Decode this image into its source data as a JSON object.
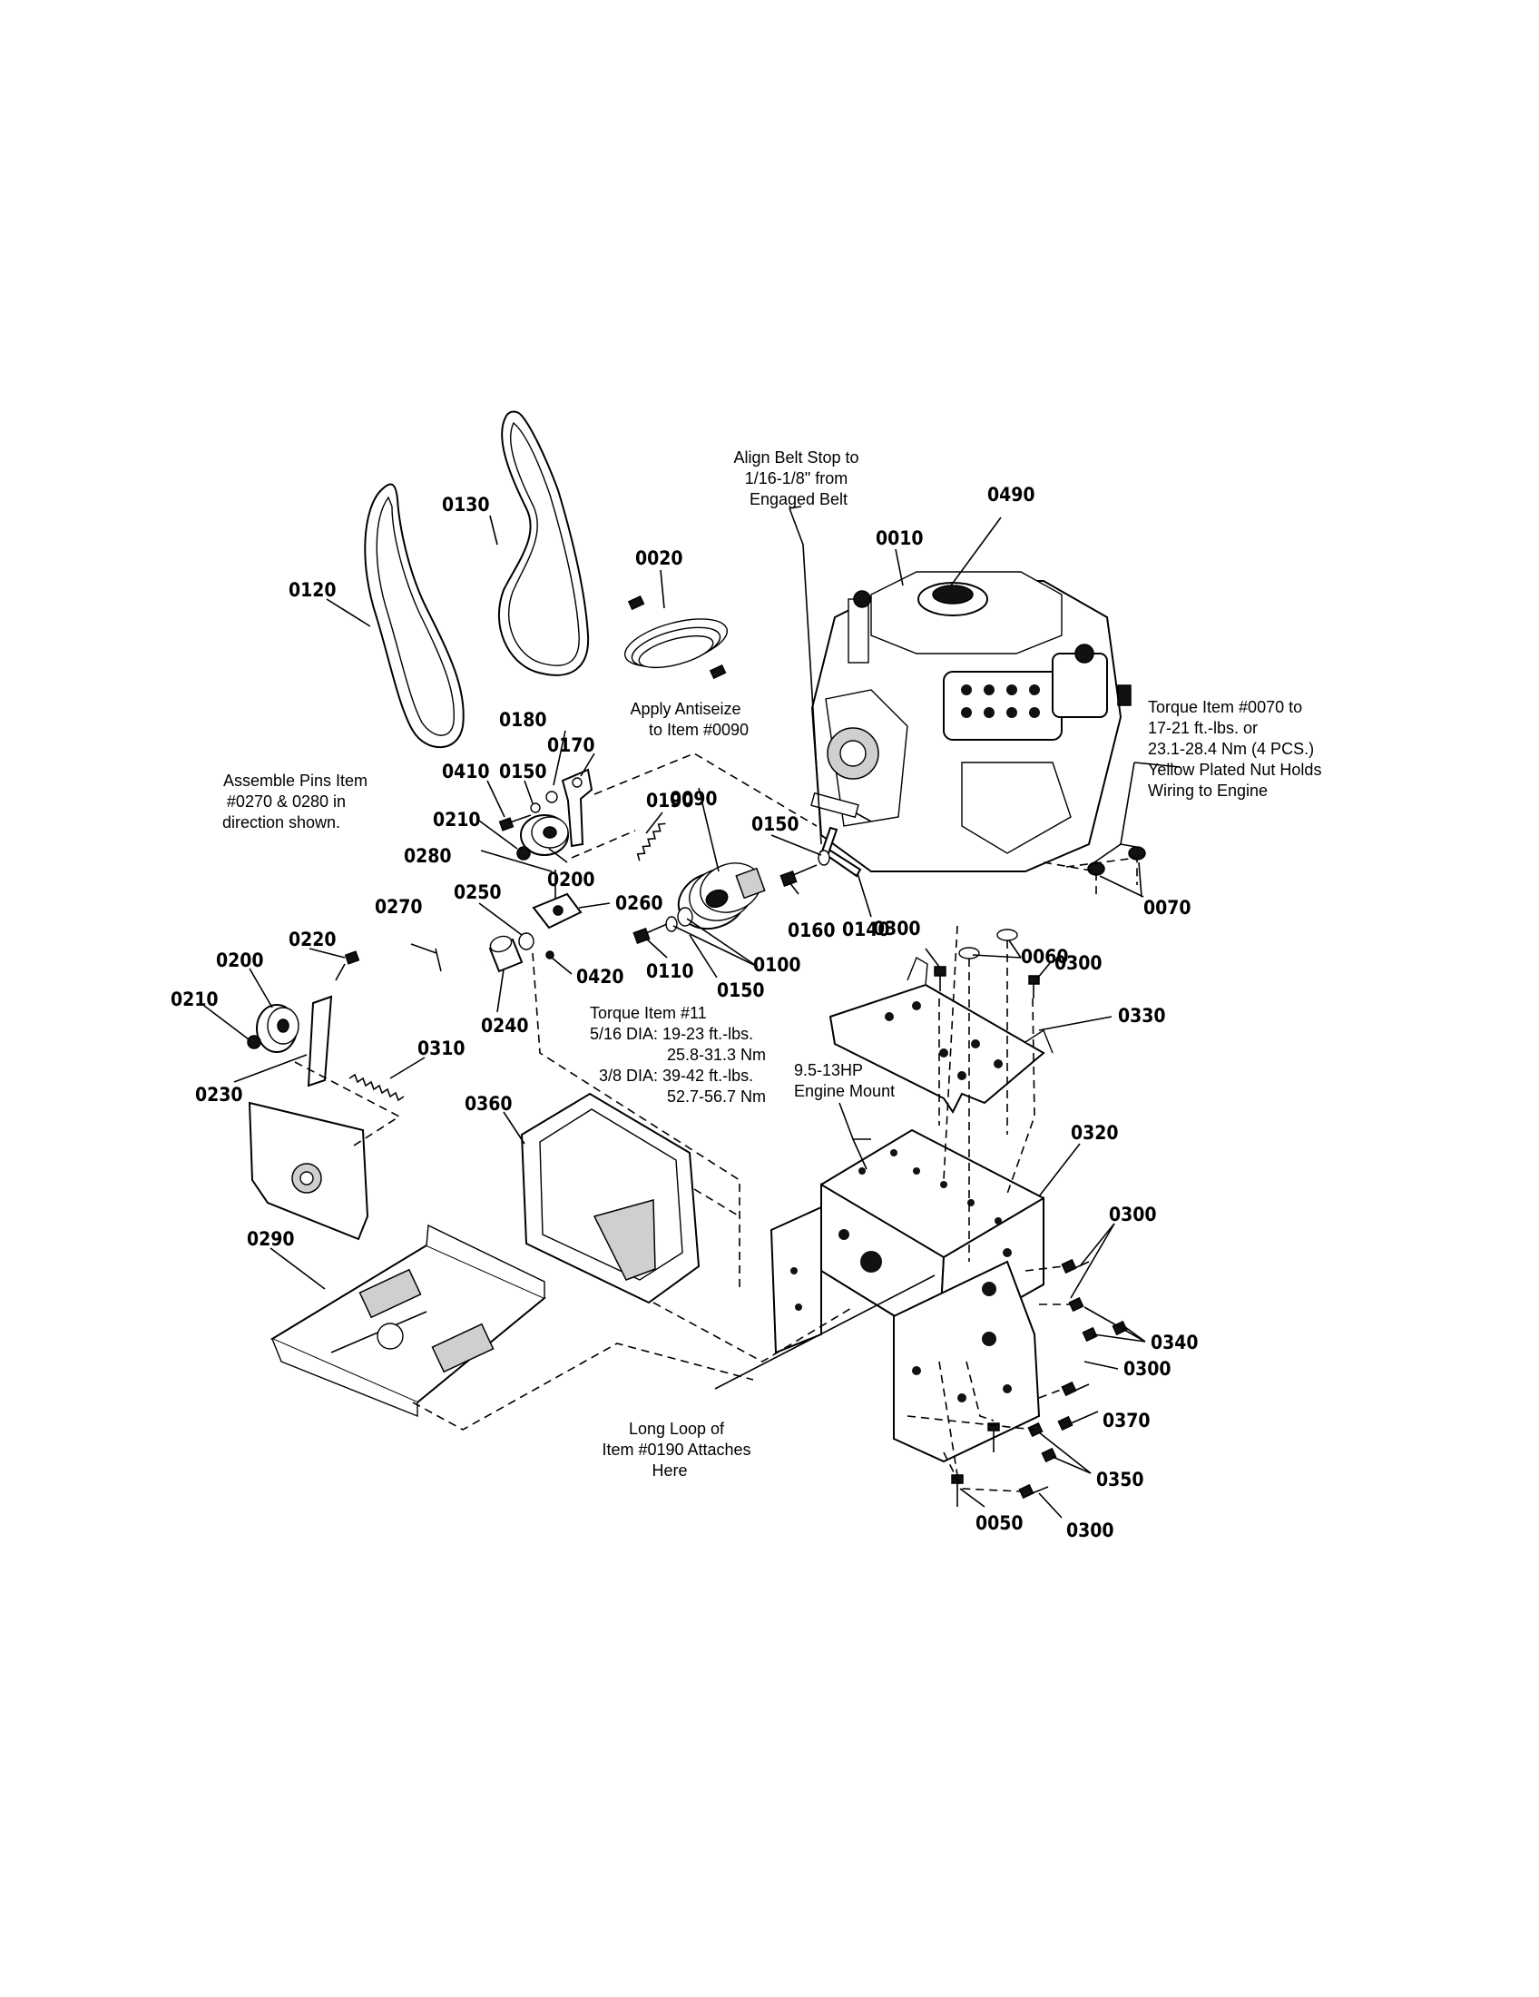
{
  "parts": [
    {
      "id": "0010",
      "label": "0010"
    },
    {
      "id": "0020",
      "label": "0020"
    },
    {
      "id": "0050",
      "label": "0050"
    },
    {
      "id": "0060",
      "label": "0060"
    },
    {
      "id": "0070",
      "label": "0070"
    },
    {
      "id": "0090",
      "label": "0090"
    },
    {
      "id": "0100",
      "label": "0100"
    },
    {
      "id": "0110",
      "label": "0110"
    },
    {
      "id": "0120",
      "label": "0120"
    },
    {
      "id": "0130",
      "label": "0130"
    },
    {
      "id": "0140",
      "label": "0140"
    },
    {
      "id": "0150a",
      "label": "0150"
    },
    {
      "id": "0150b",
      "label": "0150"
    },
    {
      "id": "0150c",
      "label": "0150"
    },
    {
      "id": "0160",
      "label": "0160"
    },
    {
      "id": "0170",
      "label": "0170"
    },
    {
      "id": "0180",
      "label": "0180"
    },
    {
      "id": "0190",
      "label": "0190"
    },
    {
      "id": "0200a",
      "label": "0200"
    },
    {
      "id": "0200b",
      "label": "0200"
    },
    {
      "id": "0210a",
      "label": "0210"
    },
    {
      "id": "0210b",
      "label": "0210"
    },
    {
      "id": "0220",
      "label": "0220"
    },
    {
      "id": "0230",
      "label": "0230"
    },
    {
      "id": "0240",
      "label": "0240"
    },
    {
      "id": "0250",
      "label": "0250"
    },
    {
      "id": "0260",
      "label": "0260"
    },
    {
      "id": "0270",
      "label": "0270"
    },
    {
      "id": "0280",
      "label": "0280"
    },
    {
      "id": "0290",
      "label": "0290"
    },
    {
      "id": "0300a",
      "label": "0300"
    },
    {
      "id": "0300b",
      "label": "0300"
    },
    {
      "id": "0300c",
      "label": "0300"
    },
    {
      "id": "0300d",
      "label": "0300"
    },
    {
      "id": "0300e",
      "label": "0300"
    },
    {
      "id": "0310",
      "label": "0310"
    },
    {
      "id": "0320",
      "label": "0320"
    },
    {
      "id": "0330",
      "label": "0330"
    },
    {
      "id": "0340",
      "label": "0340"
    },
    {
      "id": "0350",
      "label": "0350"
    },
    {
      "id": "0360",
      "label": "0360"
    },
    {
      "id": "0370",
      "label": "0370"
    },
    {
      "id": "0410",
      "label": "0410"
    },
    {
      "id": "0420",
      "label": "0420"
    },
    {
      "id": "0490",
      "label": "0490"
    }
  ],
  "notes": {
    "align_belt_stop": [
      "Align Belt Stop to",
      "1/16-1/8\" from",
      "Engaged Belt"
    ],
    "apply_antiseize": [
      "Apply Antiseize",
      "to Item #0090"
    ],
    "assemble_pins": [
      "Assemble Pins Item",
      "#0270 & 0280 in",
      "direction shown."
    ],
    "torque_0070": [
      "Torque Item #0070 to",
      "17-21 ft.-lbs. or",
      "23.1-28.4 Nm (4 PCS.)",
      "Yellow Plated Nut Holds",
      "Wiring to Engine"
    ],
    "torque_11": [
      "Torque Item #11",
      "5/16 DIA: 19-23 ft.-lbs.",
      "25.8-31.3 Nm",
      "3/8 DIA: 39-42 ft.-lbs.",
      "52.7-56.7 Nm"
    ],
    "engine_mount": [
      "9.5-13HP",
      "Engine Mount"
    ],
    "long_loop": [
      "Long Loop of",
      "Item #0190 Attaches",
      "Here"
    ]
  }
}
